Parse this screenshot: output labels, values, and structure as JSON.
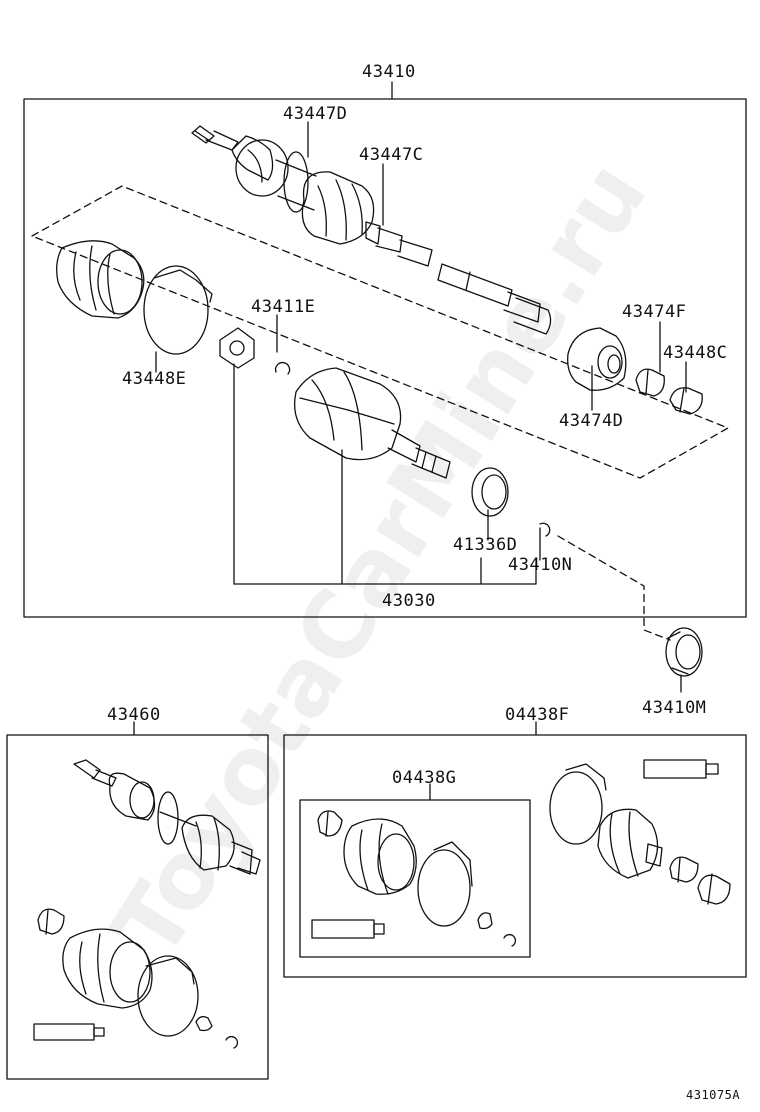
{
  "diagram": {
    "watermark": "ToyotaCarMine.ru",
    "figure_id": "431075A",
    "callouts": {
      "shaft_assy": "43410",
      "boot_clamp_d": "43447D",
      "boot_clamp_c": "43447C",
      "inner_snap": "43411E",
      "boot_band_e": "43448E",
      "boot_band_c": "43448C",
      "clamp_f": "43474F",
      "damper_d": "43474D",
      "dust_seal": "41336D",
      "snap_ring_n": "43410N",
      "joint_assy": "43030",
      "hub_seal": "43410M",
      "outboard_kit": "43460",
      "boot_kit_f": "04438F",
      "boot_kit_g": "04438G"
    },
    "colors": {
      "line": "#111111",
      "background": "#ffffff"
    }
  }
}
